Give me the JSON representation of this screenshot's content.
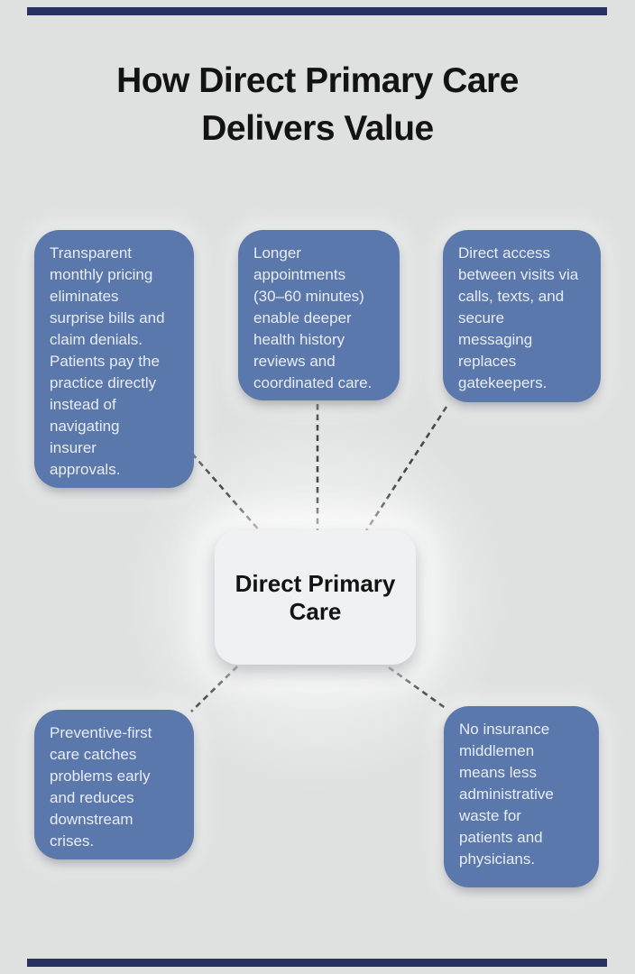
{
  "page": {
    "background_color": "#dfe1e0",
    "accent_bar_color": "#273260"
  },
  "title": "How Direct Primary Care\nDelivers Value",
  "center_node": {
    "label": "Direct Primary\nCare",
    "fill_color": "#f0f1f2",
    "text_color": "#131313"
  },
  "nodes": [
    {
      "id": "pricing",
      "text": "Transparent\nmonthly pricing\neliminates\nsurprise bills and\nclaim denials.\nPatients pay the\npractice directly\ninstead of\nnavigating\ninsurer\napprovals."
    },
    {
      "id": "appointments",
      "text": "Longer\nappointments\n(30–60 minutes)\nenable deeper\nhealth history\nreviews and\ncoordinated care."
    },
    {
      "id": "access",
      "text": "Direct access\nbetween visits via\ncalls, texts, and\nsecure\nmessaging\nreplaces\ngatekeepers."
    },
    {
      "id": "preventive",
      "text": "Preventive-first\ncare catches\nproblems early\nand reduces\ndownstream\ncrises."
    },
    {
      "id": "insurance",
      "text": "No insurance\nmiddlemen\nmeans less\nadministrative\nwaste for\npatients and\nphysicians."
    }
  ],
  "style": {
    "node_fill_color": "#5b78ac",
    "node_text_color": "#e8edf5",
    "connector_color": "#474747",
    "connector_style": "dashed"
  }
}
